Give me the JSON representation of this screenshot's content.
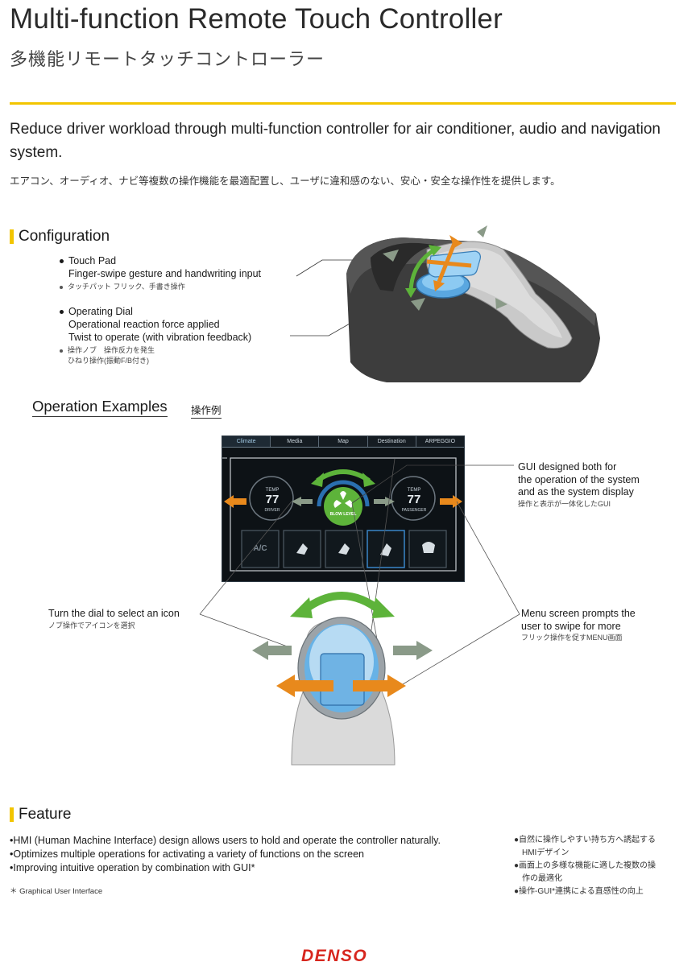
{
  "header": {
    "title": "Multi-function Remote Touch Controller",
    "subtitle": "多機能リモートタッチコントローラー"
  },
  "lead": {
    "text": "Reduce driver workload through multi-function controller for air conditioner, audio and navigation system.",
    "text_ja": "エアコン、オーディオ、ナビ等複数の操作機能を最適配置し、ユーザに違和感のない、安心・安全な操作性を提供します。"
  },
  "configuration": {
    "heading": "Configuration",
    "touch_pad": {
      "title": "Touch Pad",
      "desc": "Finger-swipe gesture and handwriting input",
      "ja": "タッチパット フリック、手書き操作"
    },
    "dial": {
      "title": "Operating Dial",
      "desc1": "Operational reaction force applied",
      "desc2": "Twist to operate (with vibration feedback)",
      "ja1": "操作ノブ　操作反力を発生",
      "ja2": "ひねり操作(振動F/B付き)"
    }
  },
  "operation": {
    "heading": "Operation Examples",
    "heading_ja": "操作例",
    "screen": {
      "tabs": [
        "Climate",
        "Media",
        "Map",
        "Destination",
        "ARPEGGIO"
      ],
      "temp_label": "TEMP",
      "driver_temp": "77",
      "driver_label": "DRIVER",
      "passenger_temp": "77",
      "passenger_label": "PASSENGER",
      "blow_label": "BLOW LEVEL",
      "ac_label": "A/C"
    },
    "callout_gui": {
      "l1": "GUI designed both for",
      "l2": "the operation of the system",
      "l3": "and as the system display",
      "ja": "操作と表示が一体化したGUI"
    },
    "callout_dial": {
      "l1": "Turn the dial to select an icon",
      "ja": "ノブ操作でアイコンを選択"
    },
    "callout_menu": {
      "l1": "Menu screen prompts the",
      "l2": "user to swipe for more",
      "ja": "フリック操作を促すMENU画面"
    }
  },
  "feature": {
    "heading": "Feature",
    "items": [
      "•HMI (Human Machine Interface) design allows users to hold and operate the controller naturally.",
      "•Optimizes multiple operations for activating a variety of functions on the screen",
      "•Improving intuitive operation by combination with GUI*"
    ],
    "footnote": "＊ Graphical User Interface",
    "items_ja": [
      "●自然に操作しやすい持ち方へ誘起する",
      "　HMIデザイン",
      "●画面上の多様な機能に適した複数の操",
      "　作の最適化",
      "●操作-GUI*連携による直感性の向上"
    ]
  },
  "brand": {
    "logo": "DENSO"
  },
  "colors": {
    "accent": "#f2c500",
    "orange": "#e8891c",
    "green": "#5db33a",
    "brand_red": "#d7261e"
  }
}
